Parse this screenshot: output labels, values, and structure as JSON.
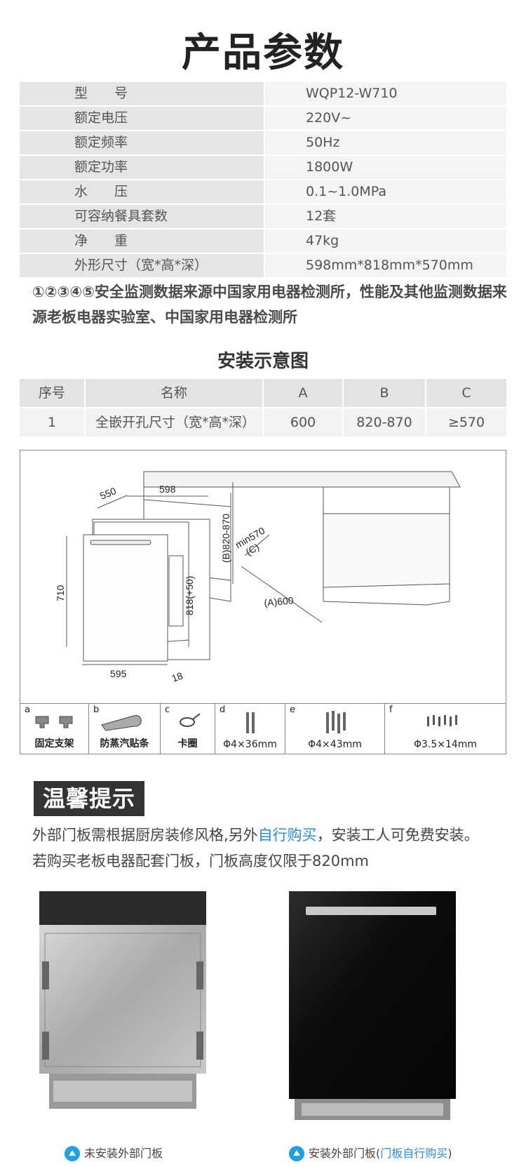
{
  "title": "产品参数",
  "specs": [
    {
      "key": "型　　号",
      "value": "WQP12-W710"
    },
    {
      "key": "额定电压",
      "value": "220V~"
    },
    {
      "key": "额定频率",
      "value": "50Hz"
    },
    {
      "key": "额定功率",
      "value": "1800W"
    },
    {
      "key": "水　　压",
      "value": "0.1~1.0MPa"
    },
    {
      "key": "可容纳餐具套数",
      "value": "12套"
    },
    {
      "key": "净　　重",
      "value": "47kg"
    },
    {
      "key": "外形尺寸（宽*高*深）",
      "value": " 598mm*818mm*570mm"
    }
  ],
  "note": "①②③④⑤安全监测数据来源中国家用电器检测所，性能及其他监测数据来源老板电器实验室、中国家用电器检测所",
  "install": {
    "title": "安装示意图",
    "headers": [
      "序号",
      "名称",
      "A",
      "B",
      "C"
    ],
    "row": [
      "1",
      "全嵌开孔尺寸（宽*高*深）",
      "600",
      "820-870",
      "≥570"
    ]
  },
  "diagram": {
    "dims": {
      "d550": "550",
      "d598": "598",
      "d710": "710",
      "d595": "595",
      "d18": "18",
      "d818": "818(+50)",
      "dB": "(B)820-870",
      "dmin": "min570",
      "dC": "(C)",
      "dA": "(A)600"
    },
    "parts": [
      {
        "letter": "a",
        "label": "固定支架"
      },
      {
        "letter": "b",
        "label": "防蒸汽贴条"
      },
      {
        "letter": "c",
        "label": "卡圈"
      },
      {
        "letter": "d",
        "label": "Φ4×36mm"
      },
      {
        "letter": "e",
        "label": "Φ4×43mm"
      },
      {
        "letter": "f",
        "label": "Φ3.5×14mm"
      }
    ]
  },
  "tips": {
    "badge": "温馨提示",
    "line1_a": "外部门板需根据厨房装修风格,另外",
    "line1_hl": "自行购买",
    "line1_b": "，安装工人可免费安装。",
    "line2": "若购买老板电器配套门板，门板高度仅限于820mm"
  },
  "photos": {
    "left_caption": "未安装外部门板",
    "right_caption_a": "安装外部门板(",
    "right_caption_hl": "门板自行购买",
    "right_caption_b": ")"
  },
  "colors": {
    "highlight": "#2a8ad8",
    "caption_icon": "#1ca0e6",
    "badge": "#333333"
  }
}
